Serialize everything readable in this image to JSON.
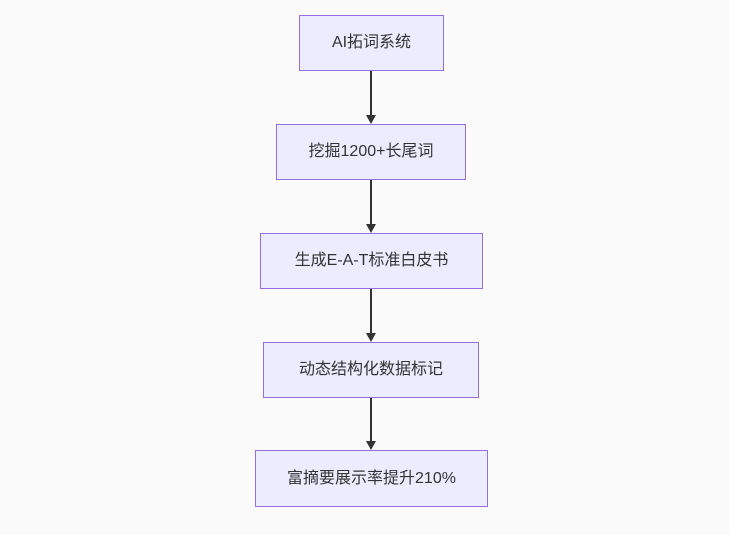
{
  "diagram": {
    "type": "flowchart",
    "direction": "top-down",
    "nodes": [
      {
        "id": "A",
        "label": "AI拓词系统"
      },
      {
        "id": "B",
        "label": "挖掘1200+长尾词"
      },
      {
        "id": "C",
        "label": "生成E-A-T标准白皮书"
      },
      {
        "id": "D",
        "label": "动态结构化数据标记"
      },
      {
        "id": "E",
        "label": "富摘要展示率提升210%"
      }
    ],
    "edges": [
      {
        "from": "A",
        "to": "B",
        "arrow": "down"
      },
      {
        "from": "B",
        "to": "C",
        "arrow": "down"
      },
      {
        "from": "C",
        "to": "D",
        "arrow": "down"
      },
      {
        "from": "D",
        "to": "E",
        "arrow": "down"
      }
    ],
    "colors": {
      "background": "#fafafa",
      "node_fill": "#ECECFF",
      "node_border": "#9370DB",
      "arrow": "#333333",
      "text": "#333333"
    }
  }
}
